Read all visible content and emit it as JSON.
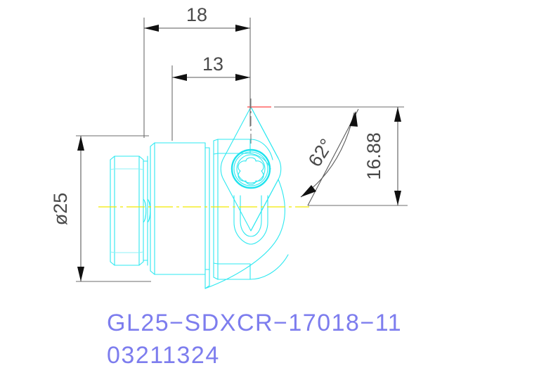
{
  "drawing": {
    "title": "Technical part drawing",
    "background_color": "#ffffff",
    "geometry_color": "#2de8f0",
    "dimension_color": "#4a4a4a",
    "label_color": "#7d7dee",
    "centerline_color": "#f2e900",
    "centerline_accent_color": "#ff8a8a"
  },
  "dimensions": {
    "overall_length": {
      "value": "18",
      "unit": "mm",
      "orientation": "horizontal",
      "position": "top"
    },
    "inner_length": {
      "value": "13",
      "unit": "mm",
      "orientation": "horizontal",
      "position": "top"
    },
    "diameter": {
      "value": "ø25",
      "unit": "mm",
      "orientation": "vertical-rotated",
      "position": "left"
    },
    "height": {
      "value": "16.88",
      "unit": "mm",
      "orientation": "vertical-rotated",
      "position": "right"
    },
    "angle": {
      "value": "62°",
      "unit": "degrees",
      "orientation": "rotated",
      "position": "right"
    }
  },
  "labels": {
    "part_number": "GL25−SDXCR−17018−11",
    "order_code": "03211324"
  },
  "icons": {
    "torx_socket": "torx-star-socket-icon",
    "arrowhead": "dimension-arrowhead-icon"
  }
}
